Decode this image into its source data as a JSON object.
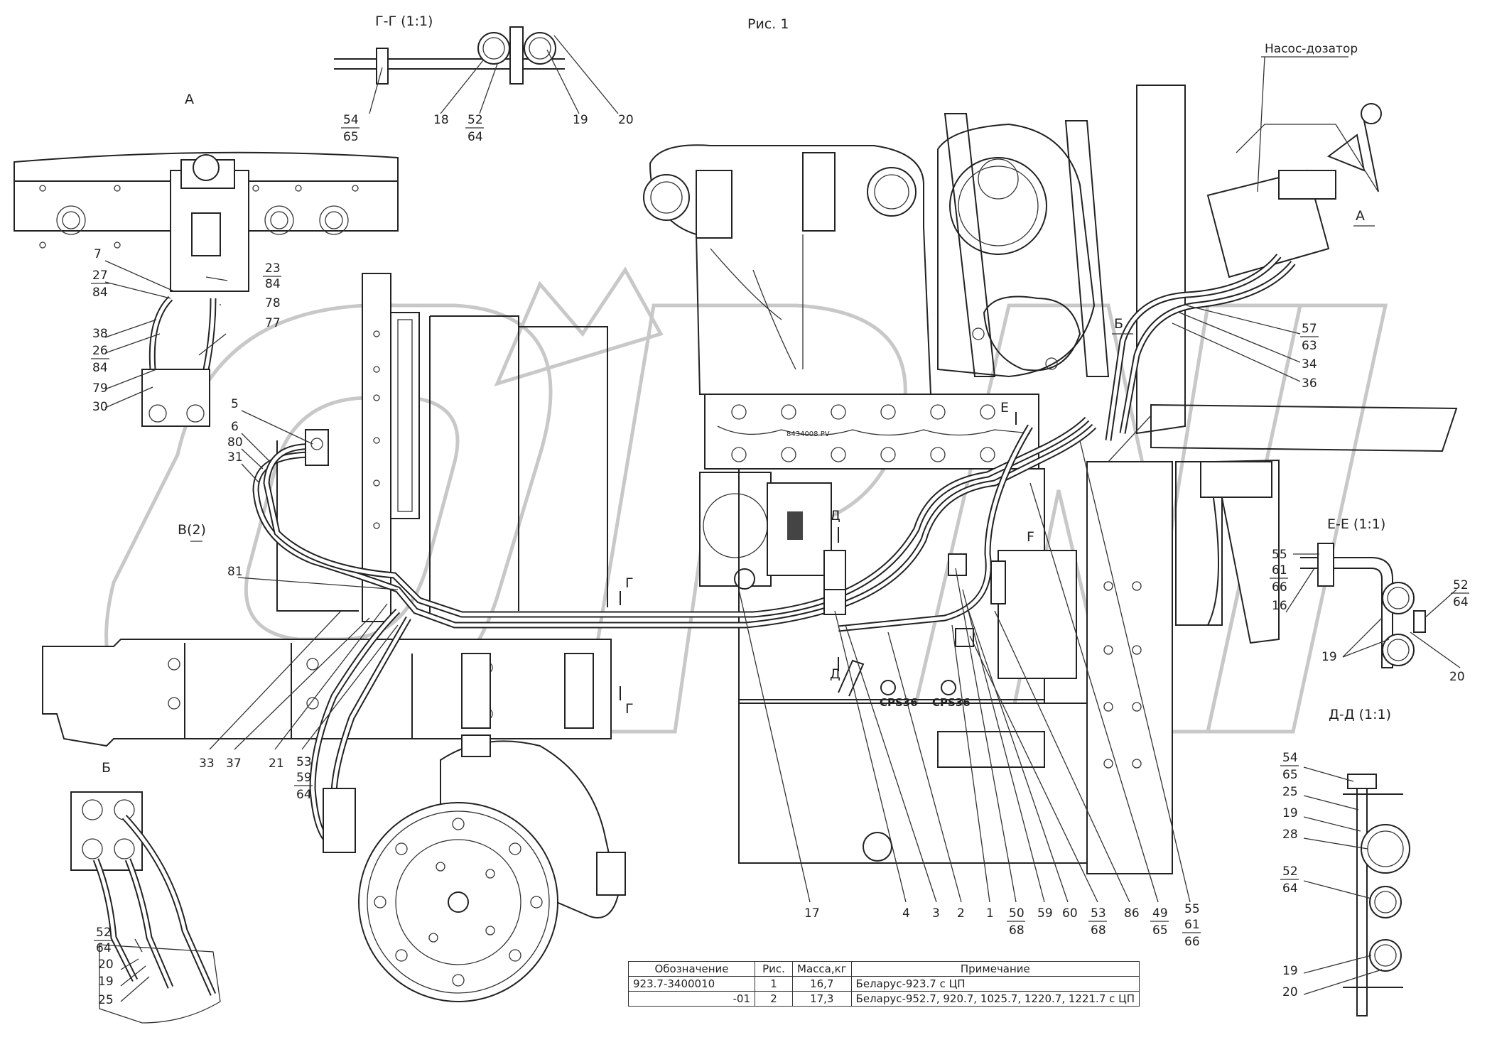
{
  "drawing": {
    "figure_caption": "Рис. 1",
    "view_labels": {
      "view_a_top": "А",
      "view_a_arrow": "А",
      "view_b": "Б",
      "view_b_arrow": "Б",
      "view_v": "В(2)",
      "cut_g": "Г",
      "cut_d": "Д",
      "cut_e": "Е",
      "cut_f": "F"
    },
    "section_titles": {
      "g_g": "Г-Г (1:1)",
      "e_e": "Е-Е (1:1)",
      "d_d": "Д-Д (1:1)"
    },
    "pump_label": "Насос-дозатор",
    "engine_markings": {
      "plate_1": "CPS36",
      "plate_2": "CPS36",
      "head_plate": "8434008 PV"
    },
    "callouts": {
      "gg": [
        {
          "top": "54",
          "bottom": "65"
        },
        {
          "top": "18"
        },
        {
          "top": "52",
          "bottom": "64"
        },
        {
          "top": "19"
        },
        {
          "top": "20"
        }
      ],
      "view_a": [
        {
          "top": "7"
        },
        {
          "top": "27",
          "bottom": "84"
        },
        {
          "top": "23",
          "bottom": "84"
        },
        {
          "top": "78"
        },
        {
          "top": "77"
        },
        {
          "top": "38"
        },
        {
          "top": "26",
          "bottom": "84"
        },
        {
          "top": "79"
        },
        {
          "top": "30"
        }
      ],
      "left_side": [
        {
          "top": "5"
        },
        {
          "top": "6"
        },
        {
          "top": "80"
        },
        {
          "top": "31"
        },
        {
          "top": "81"
        }
      ],
      "right_side": [
        {
          "top": "57",
          "bottom": "63"
        },
        {
          "top": "34"
        },
        {
          "top": "36"
        }
      ],
      "bottom_row": [
        {
          "top": "33"
        },
        {
          "top": "37"
        },
        {
          "top": "21"
        },
        {
          "top": "53",
          "mid": "59",
          "bottom": "64"
        },
        {
          "top": "17"
        },
        {
          "top": "4"
        },
        {
          "top": "3"
        },
        {
          "top": "2"
        },
        {
          "top": "1"
        },
        {
          "top": "50",
          "bottom": "68"
        },
        {
          "top": "59"
        },
        {
          "top": "60"
        },
        {
          "top": "53",
          "bottom": "68"
        },
        {
          "top": "86"
        },
        {
          "top": "49",
          "bottom": "65"
        },
        {
          "top": "55",
          "mid": "61",
          "bottom": "66"
        }
      ],
      "view_b": [
        {
          "top": "52",
          "bottom": "64"
        },
        {
          "top": "20"
        },
        {
          "top": "19"
        },
        {
          "top": "25"
        }
      ],
      "ee": [
        {
          "top": "55",
          "mid": "61",
          "bottom": "66"
        },
        {
          "top": "16"
        },
        {
          "top": "52",
          "bottom": "64"
        },
        {
          "top": "19"
        },
        {
          "top": "20"
        }
      ],
      "dd": [
        {
          "top": "54",
          "bottom": "65"
        },
        {
          "top": "25"
        },
        {
          "top": "19"
        },
        {
          "top": "28"
        },
        {
          "top": "52",
          "bottom": "64"
        },
        {
          "top": "19"
        },
        {
          "top": "20"
        }
      ]
    }
  },
  "spec_table": {
    "headers": [
      "Обозначение",
      "Рис.",
      "Масса,кг",
      "Примечание"
    ],
    "rows": [
      {
        "designation": "923.7-3400010",
        "fig": "1",
        "mass": "16,7",
        "note": "Беларус-923.7 с ЦП"
      },
      {
        "designation": "-01",
        "fig": "2",
        "mass": "17,3",
        "note": "Беларус-952.7, 920.7, 1025.7, 1220.7, 1221.7 с ЦП"
      }
    ]
  },
  "colors": {
    "ink": "#222222",
    "watermark": "#c8c8c8"
  }
}
